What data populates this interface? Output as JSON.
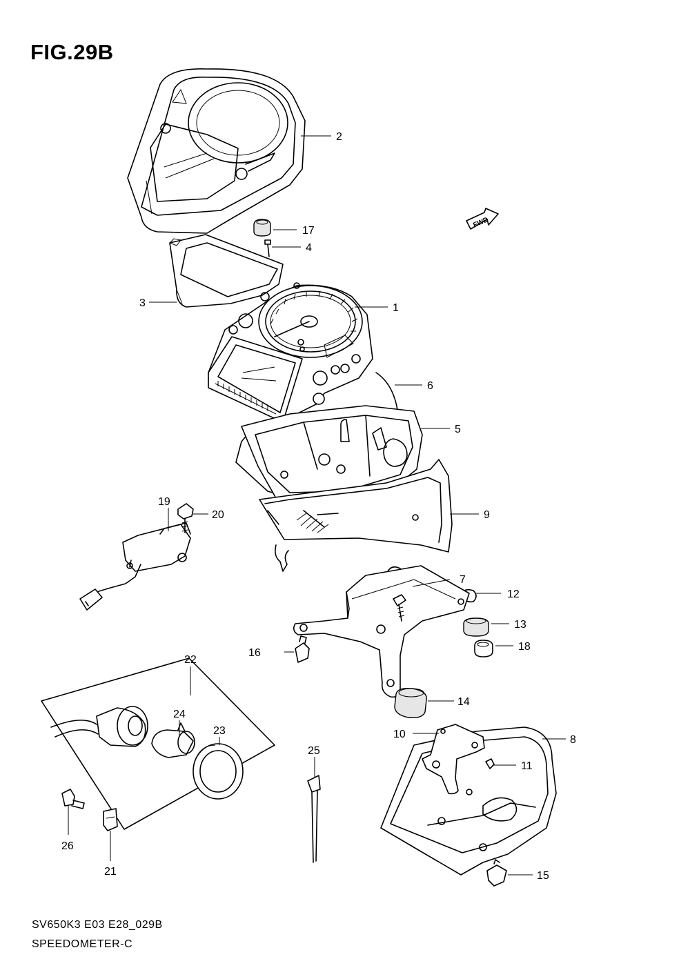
{
  "figure": {
    "title": "FIG.29B",
    "code": "SV650K3 E03 E28_029B",
    "name": "SPEEDOMETER-C",
    "direction_marker": "FWD"
  },
  "callouts": {
    "p1": "1",
    "p2": "2",
    "p3": "3",
    "p4": "4",
    "p5": "5",
    "p6": "6",
    "p7": "7",
    "p8": "8",
    "p9": "9",
    "p10": "10",
    "p11": "11",
    "p12": "12",
    "p13": "13",
    "p14": "14",
    "p15": "15",
    "p16": "16",
    "p17": "17",
    "p18": "18",
    "p19": "19",
    "p20": "20",
    "p21": "21",
    "p22": "22",
    "p23": "23",
    "p24": "24",
    "p25": "25",
    "p26": "26"
  },
  "icons": {
    "direction": "fwd-arrow-icon"
  }
}
